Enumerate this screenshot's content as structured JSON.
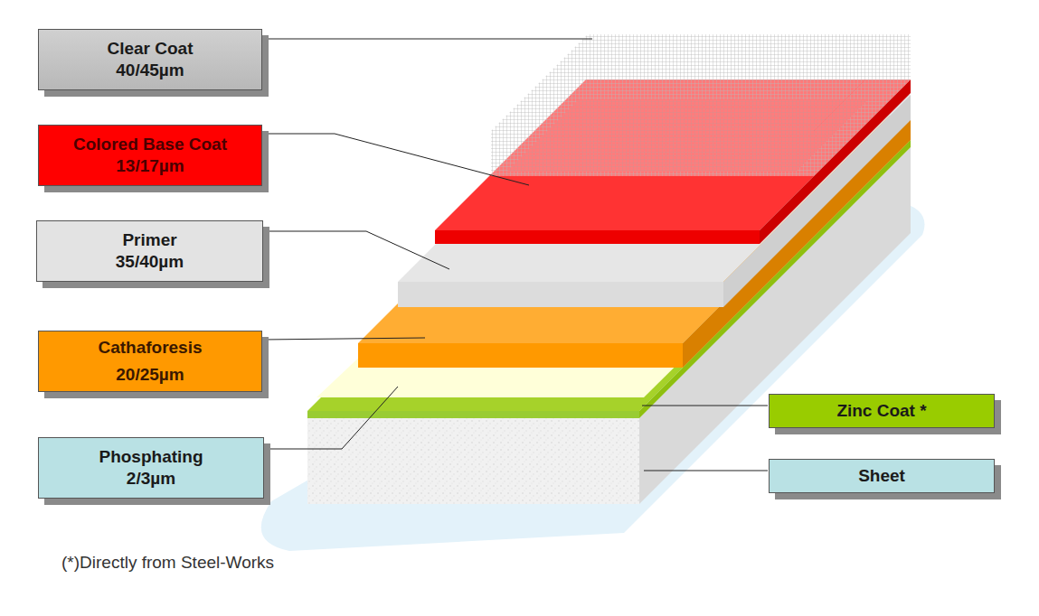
{
  "diagram": {
    "nodes": [
      {
        "text": [
          "Clear Coat",
          "40/45µm"
        ]
      },
      {
        "text": [
          "Colored Base Coat",
          "13/17µm"
        ]
      },
      {
        "text": [
          "Primer",
          "35/40µm"
        ]
      },
      {
        "text": [
          "Cathaforesis",
          "20/25µm"
        ]
      },
      {
        "text": [
          "Zinc Coat *"
        ]
      },
      {
        "text": [
          "Phosphating",
          "2/3µm"
        ]
      },
      {
        "text": [
          "Sheet"
        ]
      }
    ],
    "labels": [
      "(*)Directly from Steel-Works"
    ]
  }
}
